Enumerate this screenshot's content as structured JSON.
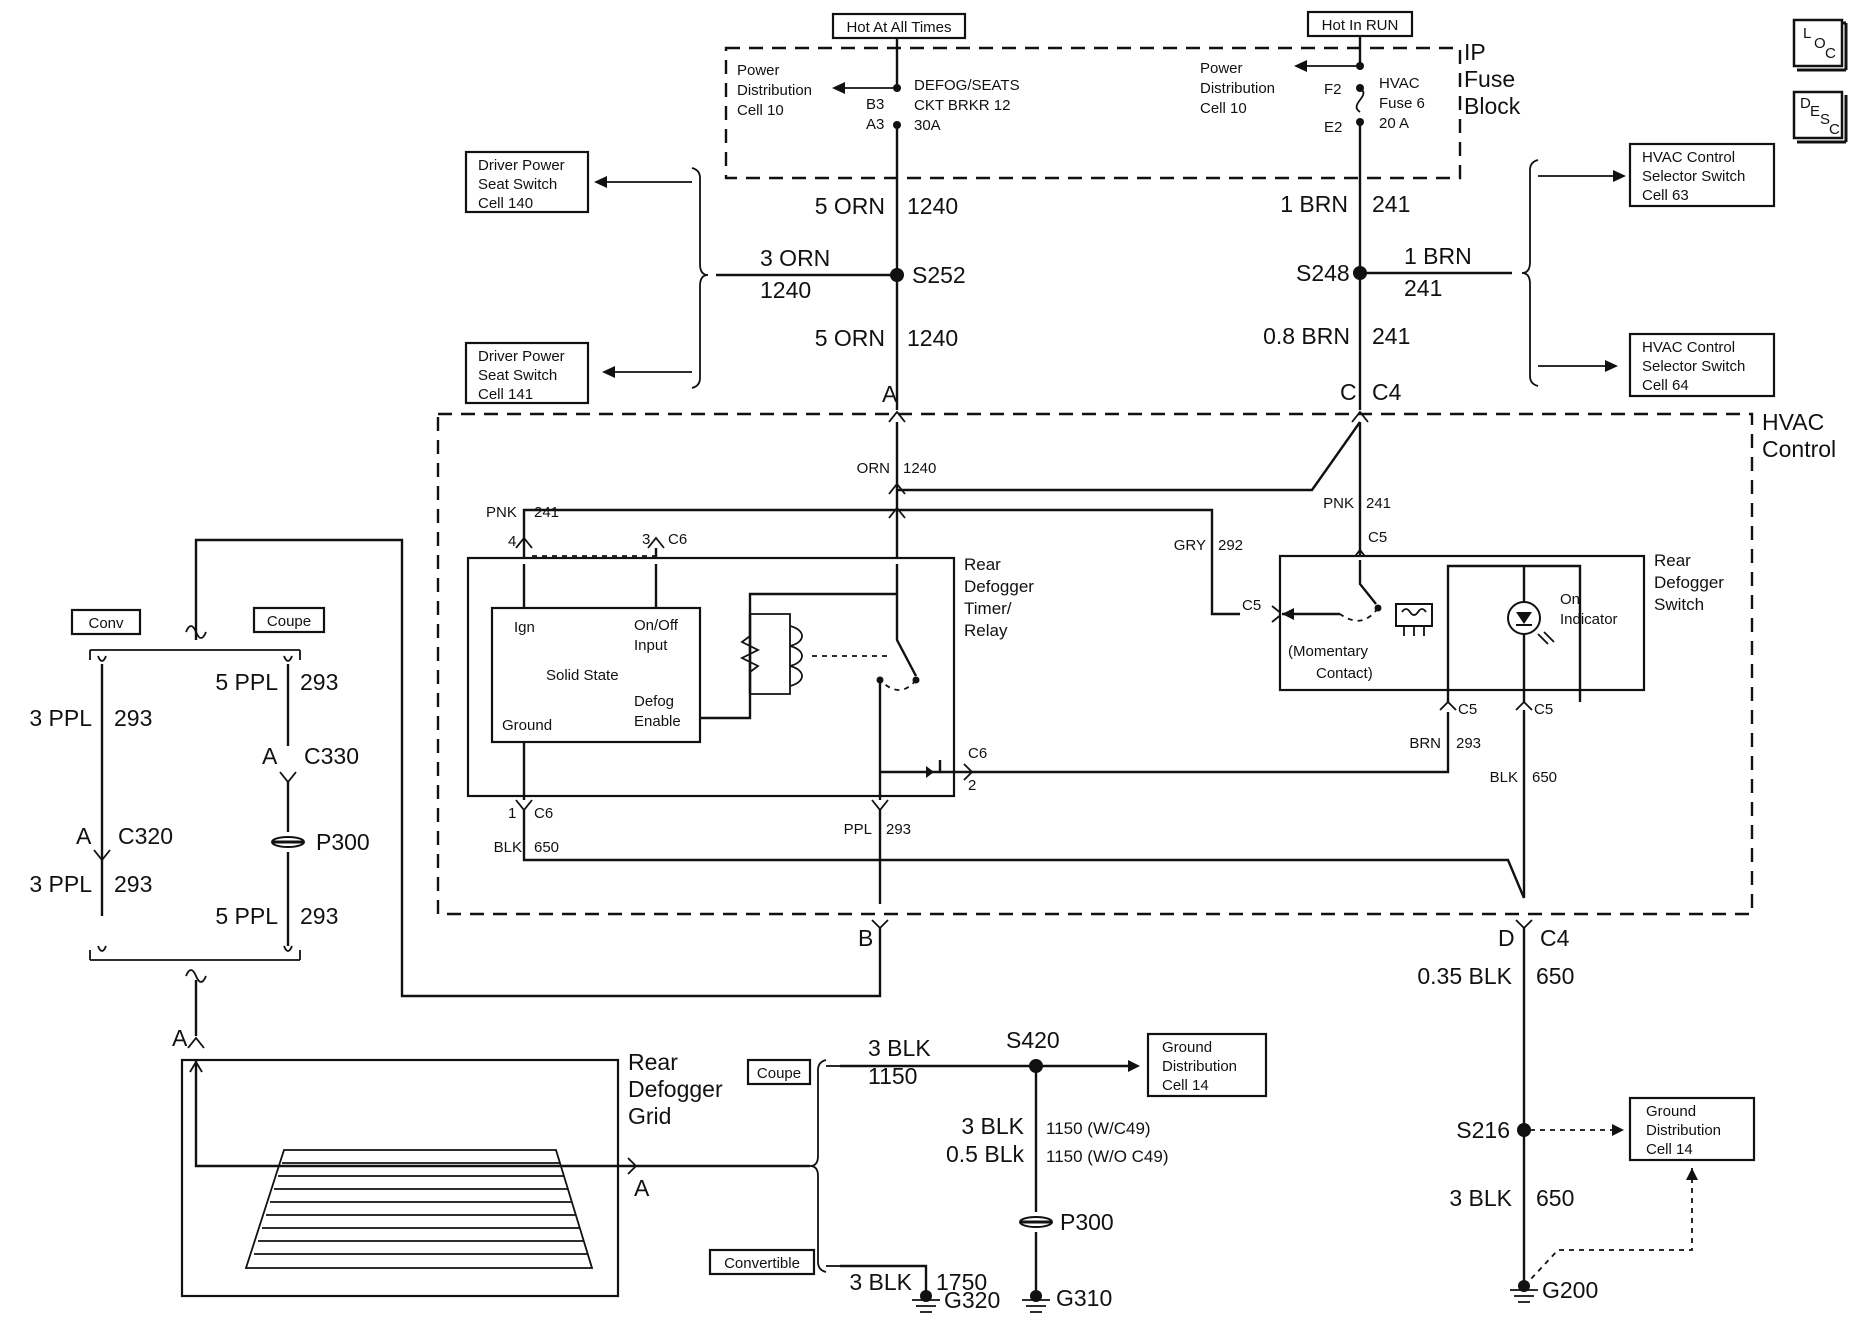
{
  "tags": {
    "hot_at_all_times": "Hot At All Times",
    "hot_in_run": "Hot In RUN",
    "loc": [
      "L",
      "O",
      "C"
    ],
    "desc": [
      "D",
      "E",
      "S",
      "C"
    ]
  },
  "fuse_block": {
    "title": [
      "IP",
      "Fuse",
      "Block"
    ],
    "left_ref": [
      "Power",
      "Distribution",
      "Cell 10"
    ],
    "right_ref": [
      "Power",
      "Distribution",
      "Cell 10"
    ],
    "breaker": [
      "DEFOG/SEATS",
      "CKT BRKR 12",
      "30A"
    ],
    "breaker_pins": [
      "B3",
      "A3"
    ],
    "fuse": [
      "HVAC",
      "Fuse 6",
      "20 A"
    ],
    "fuse_pins": [
      "F2",
      "E2"
    ]
  },
  "refs": {
    "seat140": [
      "Driver Power",
      "Seat Switch",
      "Cell 140"
    ],
    "seat141": [
      "Driver Power",
      "Seat Switch",
      "Cell 141"
    ],
    "hvac63": [
      "HVAC Control",
      "Selector Switch",
      "Cell 63"
    ],
    "hvac64": [
      "HVAC Control",
      "Selector Switch",
      "Cell 64"
    ],
    "ground_a": [
      "Ground",
      "Distribution",
      "Cell 14"
    ],
    "ground_b": [
      "Ground",
      "Distribution",
      "Cell 14"
    ]
  },
  "wires": {
    "orn_top": [
      "5 ORN",
      "1240"
    ],
    "orn_branch": [
      "3 ORN",
      "1240"
    ],
    "orn_bottom": [
      "5 ORN",
      "1240"
    ],
    "s252": "S252",
    "brn_top": [
      "1 BRN",
      "241"
    ],
    "brn_branch": [
      "1 BRN",
      "241"
    ],
    "brn_bottom": [
      "0.8 BRN",
      "241"
    ],
    "s248": "S248",
    "conn_a": "A",
    "conn_c": "C",
    "c4": "C4"
  },
  "hvac": {
    "title": [
      "HVAC",
      "Control"
    ],
    "orn_inner": [
      "ORN",
      "1240"
    ],
    "pnk_left": [
      "PNK",
      "241"
    ],
    "pnk_right": [
      "PNK",
      "241"
    ],
    "gry": [
      "GRY",
      "292"
    ],
    "pin4": "4",
    "pin3": "3",
    "c6": "C6",
    "c5": "C5",
    "timer_label": [
      "Rear",
      "Defogger",
      "Timer/",
      "Relay"
    ],
    "switch_label": [
      "Rear",
      "Defogger",
      "Switch"
    ],
    "solid_state": "Solid State",
    "ign": "Ign",
    "onoff": [
      "On/Off",
      "Input"
    ],
    "ground": "Ground",
    "defog": [
      "Defog",
      "Enable"
    ],
    "momentary": [
      "(Momentary",
      "Contact)"
    ],
    "indicator": [
      "On",
      "Indicator"
    ],
    "brn_out": [
      "BRN",
      "293"
    ],
    "blk_out": [
      "BLK",
      "650"
    ],
    "c6_pin2": [
      "C6",
      "2"
    ],
    "c6_pin1": [
      "1",
      "C6"
    ],
    "blk_left": [
      "BLK",
      "650"
    ],
    "ppl_out": [
      "PPL",
      "293"
    ]
  },
  "lower": {
    "conn_b": "B",
    "conn_d": "D",
    "c4": "C4",
    "blk650": [
      "0.35 BLK",
      "650"
    ],
    "s216": "S216",
    "blk650b": [
      "3 BLK",
      "650"
    ],
    "g200": "G200",
    "conv": "Conv",
    "coupe": "Coupe",
    "ppl3a": [
      "3 PPL",
      "293"
    ],
    "ppl5a": [
      "5 PPL",
      "293"
    ],
    "c330": [
      "A",
      "C330"
    ],
    "c320": [
      "A",
      "C320"
    ],
    "p300a": "P300",
    "ppl3b": [
      "3 PPL",
      "293"
    ],
    "ppl5b": [
      "5 PPL",
      "293"
    ],
    "grid_a": "A",
    "grid_label": [
      "Rear",
      "Defogger",
      "Grid"
    ],
    "grid_out_a": "A",
    "coupe2": "Coupe",
    "convertible": "Convertible",
    "blk1150": [
      "3 BLK",
      "1150"
    ],
    "s420": "S420",
    "blk1150b": [
      "3 BLK",
      "1150 (W/C49)"
    ],
    "blk1150c": [
      "0.5 BLk",
      "1150 (W/O C49)"
    ],
    "p300b": "P300",
    "g310": "G310",
    "blk1750": [
      "3 BLK",
      "1750"
    ],
    "g320": "G320"
  }
}
